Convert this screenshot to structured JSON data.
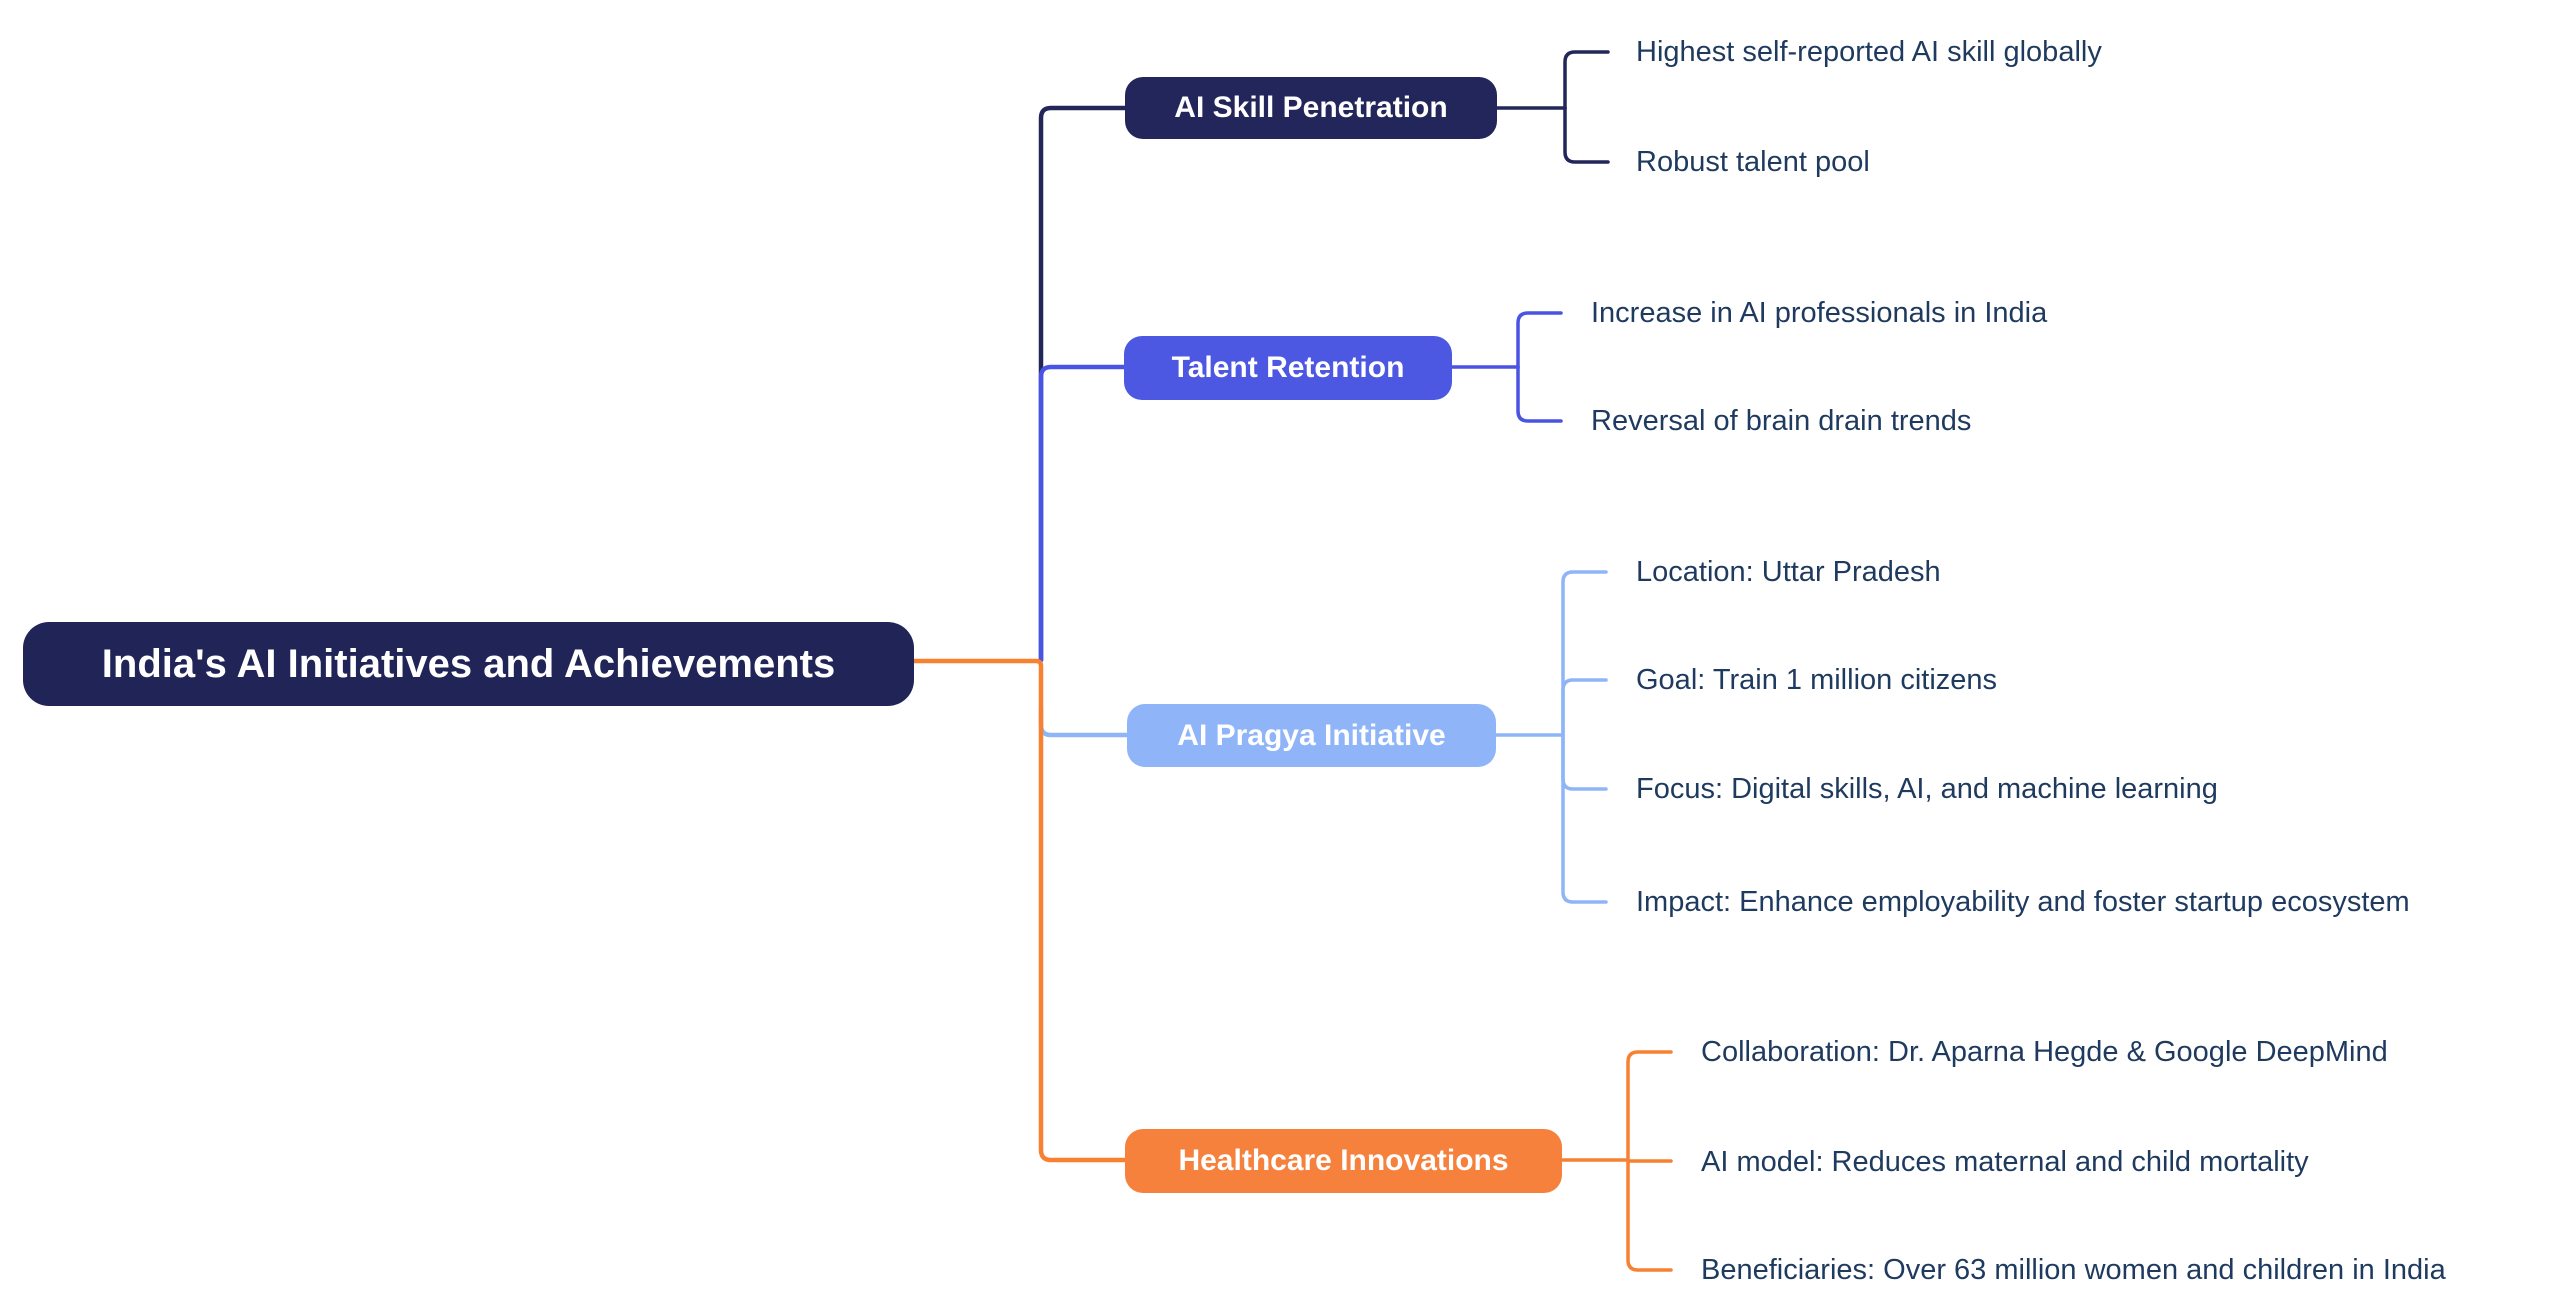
{
  "title": "India's AI Initiatives and Achievements mind map",
  "colors": {
    "background": "#ffffff",
    "leaf_text": "#1f3a5f",
    "node_text": "#ffffff"
  },
  "root": {
    "label": "India's AI Initiatives and Achievements",
    "node_color": "#212457",
    "line_color": "#f78130"
  },
  "branches": [
    {
      "label": "AI Skill Penetration",
      "node_color": "#23265a",
      "line_color": "#222658",
      "text_color": "#ffffff",
      "children": [
        "Highest self-reported AI skill globally",
        "Robust talent pool"
      ]
    },
    {
      "label": "Talent Retention",
      "node_color": "#4c58e2",
      "line_color": "#4a54e4",
      "text_color": "#ffffff",
      "children": [
        "Increase in AI professionals in India",
        "Reversal of brain drain trends"
      ]
    },
    {
      "label": "AI Pragya Initiative",
      "node_color": "#8fb5f8",
      "line_color": "#8fb5f8",
      "text_color": "#ffffff",
      "children": [
        "Location: Uttar Pradesh",
        "Goal: Train 1 million citizens",
        "Focus: Digital skills, AI, and machine learning",
        "Impact: Enhance employability and foster startup ecosystem"
      ]
    },
    {
      "label": "Healthcare Innovations",
      "node_color": "#f6813c",
      "line_color": "#f78130",
      "text_color": "#ffffff",
      "children": [
        "Collaboration: Dr. Aparna Hegde & Google DeepMind",
        "AI model: Reduces maternal and child mortality",
        "Beneficiaries: Over 63 million women and children in India"
      ]
    }
  ]
}
